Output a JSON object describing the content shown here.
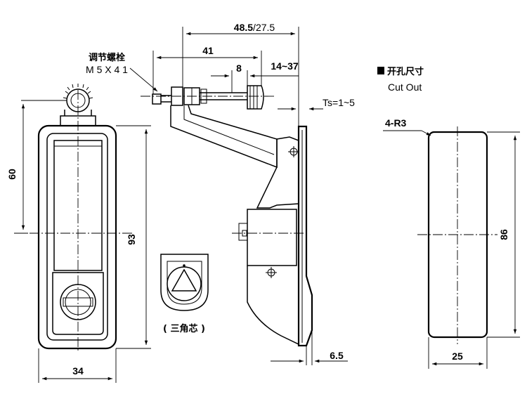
{
  "labels": {
    "adjust_bolt_cn": "调节螺栓",
    "adjust_bolt_spec": "M 5 X 4 1",
    "cutout_cn": "开孔尺寸",
    "cutout_en": "Cut Out",
    "triangle_core": "( 三角芯 )"
  },
  "dimensions": {
    "overall_depth_a": "48.5",
    "overall_depth_sep": "/",
    "overall_depth_b": "27.5",
    "arm_length": "41",
    "bolt_hex": "8",
    "grip_range": "14~37",
    "panel_thickness": "Ts=1~5",
    "handle_to_center": "60",
    "body_height": "93",
    "body_width": "34",
    "flange_depth": "6.5",
    "corner_radius": "4-R3",
    "cutout_height": "86",
    "cutout_width": "25"
  }
}
